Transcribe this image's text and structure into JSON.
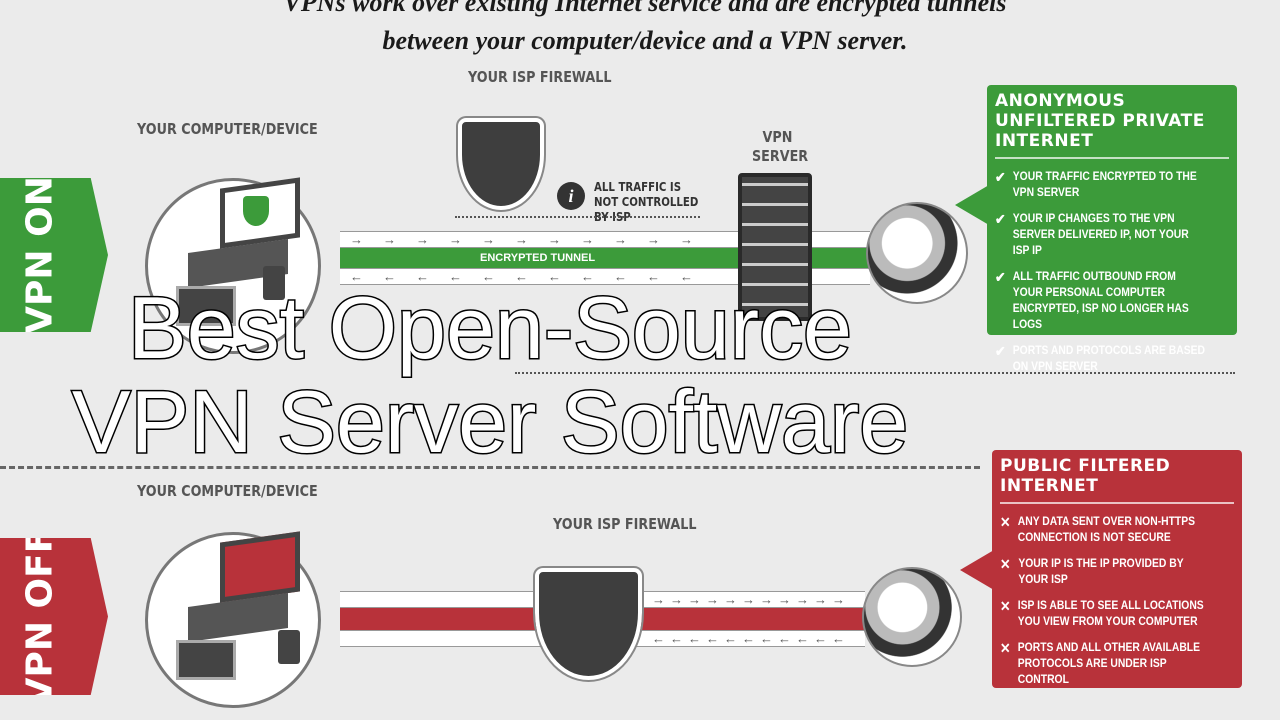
{
  "header": {
    "line1": "VPNs work over existing Internet service and are encrypted tunnels",
    "line2": "between your computer/device and a VPN server."
  },
  "vpn_on": {
    "banner": "VPN ON",
    "device_label": "YOUR COMPUTER/DEVICE",
    "firewall_label": "YOUR ISP FIREWALL",
    "info_text": "ALL TRAFFIC IS NOT CONTROLLED BY ISP",
    "tunnel_label": "ENCRYPTED TUNNEL",
    "server_label": "VPN SERVER",
    "arrows_right": "→→→→→→→→→→→",
    "arrows_left": "←←←←←←←←←←←",
    "box": {
      "title": "ANONYMOUS UNFILTERED PRIVATE INTERNET",
      "items": [
        "YOUR TRAFFIC ENCRYPTED TO THE VPN SERVER",
        "YOUR IP CHANGES TO THE VPN SERVER DELIVERED IP, NOT YOUR ISP IP",
        "ALL TRAFFIC OUTBOUND FROM YOUR PERSONAL COMPUTER ENCRYPTED, ISP NO LONGER HAS LOGS",
        "PORTS AND PROTOCOLS ARE BASED ON VPN SERVER"
      ],
      "mark": "✔"
    },
    "color": "#3c9b3a"
  },
  "vpn_off": {
    "banner": "VPN OFF",
    "device_label": "YOUR COMPUTER/DEVICE",
    "firewall_label": "YOUR ISP FIREWALL",
    "arrows_right": "→→→→→→→→→→→",
    "arrows_left": "←←←←←←←←←←←",
    "box": {
      "title": "PUBLIC FILTERED INTERNET",
      "items": [
        "ANY DATA SENT OVER NON-HTTPS CONNECTION IS NOT SECURE",
        "YOUR IP IS THE IP PROVIDED BY YOUR ISP",
        "ISP IS ABLE TO SEE ALL LOCATIONS YOU VIEW FROM YOUR COMPUTER",
        "PORTS AND ALL OTHER AVAILABLE PROTOCOLS ARE UNDER ISP CONTROL"
      ],
      "mark": "✕"
    },
    "color": "#c2343b"
  },
  "overlay": {
    "line1": "Best Open-Source",
    "line2": "VPN Server Software"
  }
}
